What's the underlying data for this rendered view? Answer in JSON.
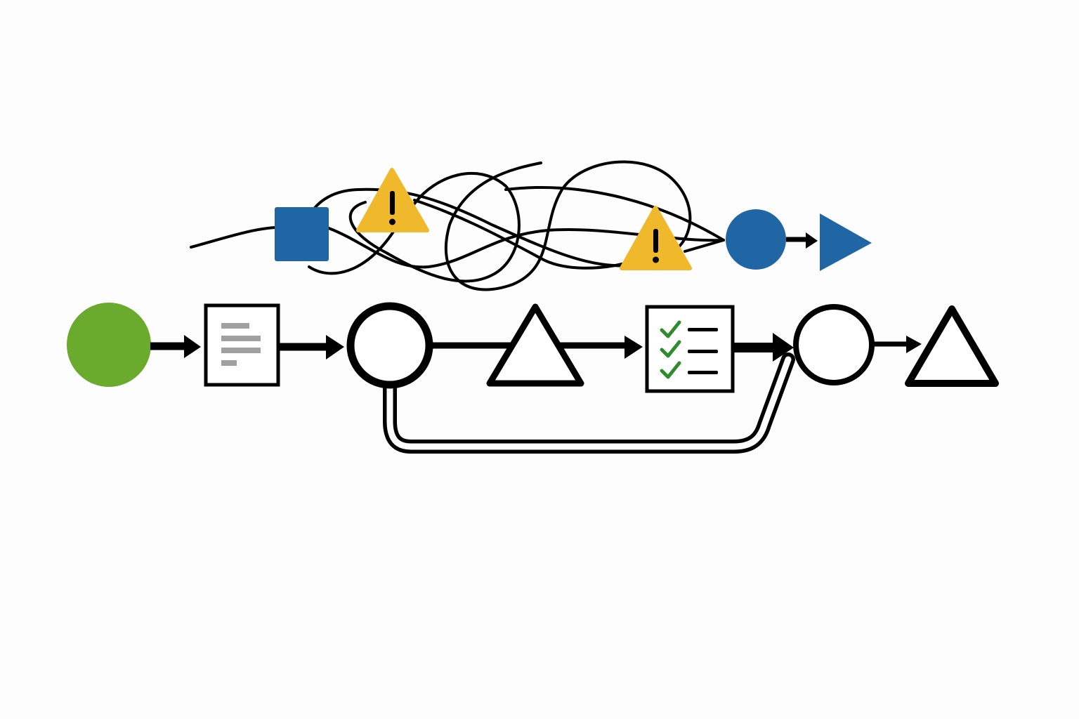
{
  "diagram": {
    "chaotic_process": {
      "nodes": [
        {
          "id": "start-square",
          "shape": "square",
          "color": "#2166a4"
        },
        {
          "id": "warning-1",
          "shape": "warning-triangle",
          "color": "#f0b92c"
        },
        {
          "id": "warning-2",
          "shape": "warning-triangle",
          "color": "#f0b92c"
        },
        {
          "id": "end-circle",
          "shape": "circle",
          "color": "#2166a4"
        },
        {
          "id": "end-play",
          "shape": "play-triangle",
          "color": "#2166a4"
        }
      ],
      "warning_symbol": "!"
    },
    "streamlined_process": {
      "nodes": [
        {
          "id": "start",
          "shape": "filled-circle",
          "color": "#6aaa2c"
        },
        {
          "id": "document",
          "shape": "document",
          "text_lines": 4
        },
        {
          "id": "decision-1",
          "shape": "circle"
        },
        {
          "id": "step-1",
          "shape": "triangle"
        },
        {
          "id": "checklist",
          "shape": "checklist",
          "checks": 3,
          "check_color": "#2e8b2e"
        },
        {
          "id": "decision-2",
          "shape": "circle"
        },
        {
          "id": "end",
          "shape": "triangle"
        }
      ],
      "connectors": [
        {
          "from": "start",
          "to": "document",
          "type": "arrow"
        },
        {
          "from": "document",
          "to": "decision-1",
          "type": "arrow"
        },
        {
          "from": "decision-1",
          "to": "step-1",
          "type": "line"
        },
        {
          "from": "step-1",
          "to": "checklist",
          "type": "arrow"
        },
        {
          "from": "checklist",
          "to": "decision-2",
          "type": "arrow"
        },
        {
          "from": "decision-1",
          "to": "decision-2",
          "type": "bypass-loop"
        },
        {
          "from": "decision-2",
          "to": "end",
          "type": "arrow"
        }
      ]
    },
    "colors": {
      "ink": "#000000",
      "doc_lines": "#a0a0a0",
      "background": "#fdfdfd"
    }
  }
}
